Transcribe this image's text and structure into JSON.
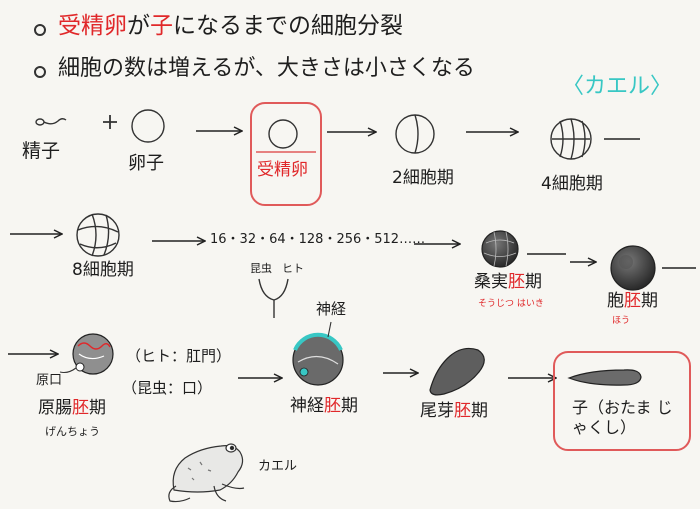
{
  "title": {
    "line1_red1": "受精卵",
    "line1_a": "が",
    "line1_red2": "子",
    "line1_b": "になるまでの細胞分裂",
    "line2": "細胞の数は増えるが、大きさは小さくなる",
    "animal": "〈カエル〉"
  },
  "stages": {
    "sperm": "精子",
    "egg": "卵子",
    "fertilized": "受精卵",
    "two_cell": "2細胞期",
    "four_cell": "4細胞期",
    "eight_cell": "8細胞期",
    "sequence": "16・32・64・128・256・512……",
    "branch_left": "昆虫",
    "branch_right": "ヒト",
    "morula_a": "桑実",
    "morula_b": "胚",
    "morula_c": "期",
    "morula_reading": "そうじつ はいき",
    "blastula_a": "胞",
    "blastula_b": "胚",
    "blastula_c": "期",
    "blastula_reading": "ほう",
    "blastopore": "原口",
    "gastrula_a": "原腸",
    "gastrula_b": "胚",
    "gastrula_c": "期",
    "gastrula_reading": "げんちょう",
    "gastrula_note1": "（ヒト：肛門）",
    "gastrula_note2": "（昆虫：口）",
    "neural_tag": "神経",
    "neurula_a": "神経",
    "neurula_b": "胚",
    "neurula_c": "期",
    "tailbud_a": "尾芽",
    "tailbud_b": "胚",
    "tailbud_c": "期",
    "child": "子（おたま じゃくし）",
    "frog_label": "カエル"
  },
  "colors": {
    "ink": "#1e1e1e",
    "red": "#e0282a",
    "cyan": "#38c7c4",
    "box_red": "#e05a5a"
  }
}
